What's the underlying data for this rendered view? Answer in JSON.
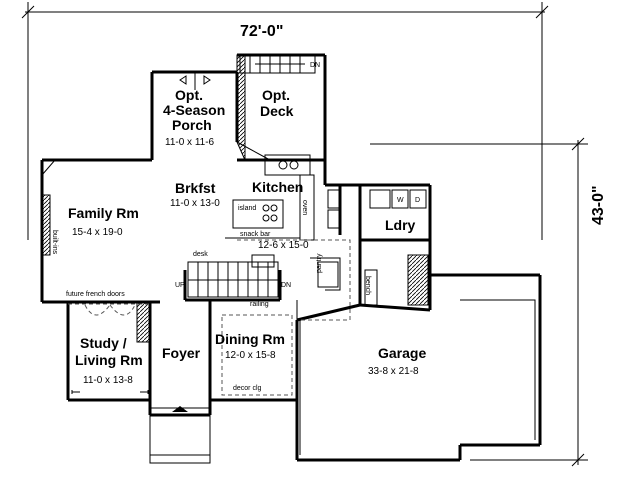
{
  "overall": {
    "width": "72'-0\"",
    "depth": "43-0\""
  },
  "rooms": {
    "porch": {
      "name1": "Opt.",
      "name2": "4-Season",
      "name3": "Porch",
      "size": "11-0 x 11-6"
    },
    "deck": {
      "name1": "Opt.",
      "name2": "Deck"
    },
    "brkfst": {
      "name": "Brkfst",
      "size": "11-0 x 13-0"
    },
    "kitchen": {
      "name": "Kitchen",
      "size": "12-6 x 15-0"
    },
    "family": {
      "name": "Family Rm",
      "size": "15-4 x 19-0"
    },
    "laundry": {
      "name": "Ldry"
    },
    "study": {
      "name1": "Study /",
      "name2": "Living Rm",
      "size": "11-0 x 13-8"
    },
    "foyer": {
      "name": "Foyer"
    },
    "dining": {
      "name": "Dining Rm",
      "size": "12-0 x 15-8"
    },
    "garage": {
      "name": "Garage",
      "size": "33-8 x 21-8"
    }
  },
  "labels": {
    "island": "island",
    "snack_bar": "snack bar",
    "desk": "desk",
    "up": "UP",
    "dn": "DN",
    "dn_deck": "DN",
    "railing": "railing",
    "pantry": "pantry",
    "oven": "oven",
    "bench": "bench",
    "built_ins": "built-ins",
    "future_doors": "future french doors",
    "decor_clg": "decor clg",
    "w": "W",
    "d": "D"
  }
}
